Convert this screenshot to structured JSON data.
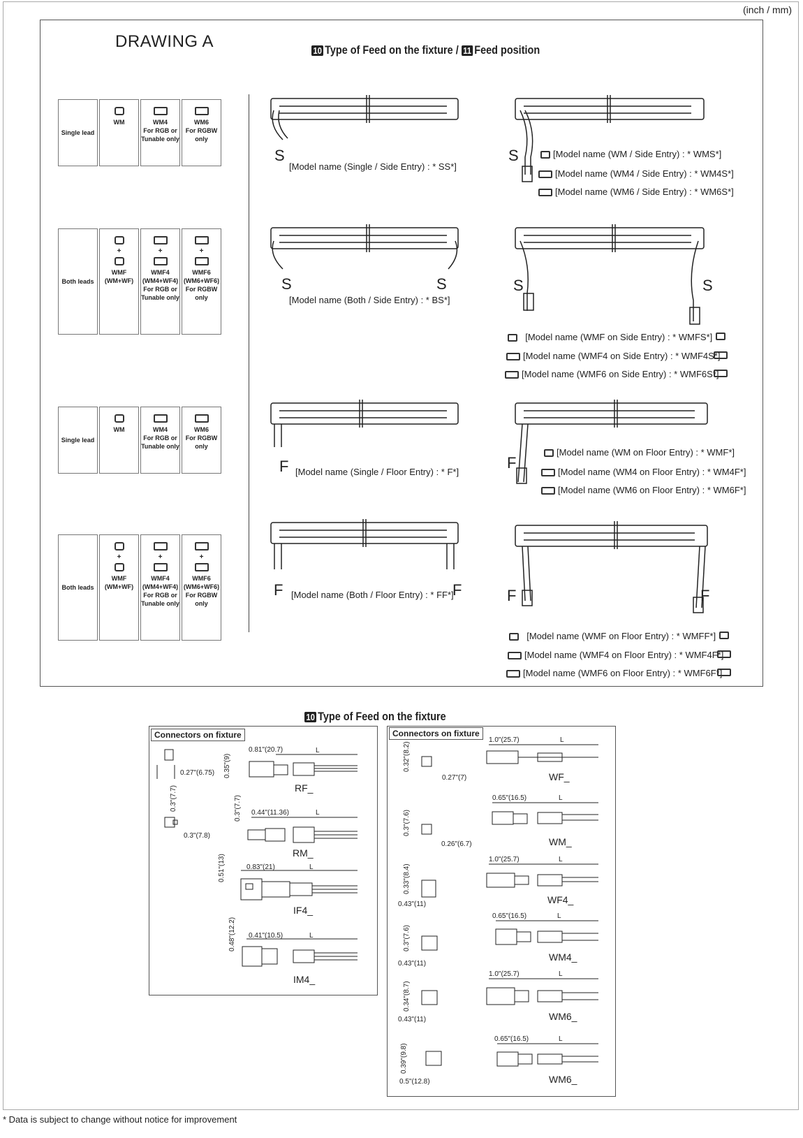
{
  "unit": "(inch / mm)",
  "drawing_title": "DRAWING A",
  "header_top": {
    "num1": "10",
    "text1": "Type of Feed on the fixture",
    "sep": "/",
    "num2": "11",
    "text2": "Feed position"
  },
  "tables": [
    {
      "row_label": "Single lead",
      "c1": "WM",
      "c2": "WM4\nFor RGB or\nTunable only",
      "c3": "WM6\nFor RGBW\nonly"
    },
    {
      "row_label": "Both leads",
      "c1": "WMF\n(WM+WF)",
      "c2": "WMF4\n(WM4+WF4)\nFor RGB or\nTunable only",
      "c3": "WMF6\n(WM6+WF6)\nFor RGBW\nonly"
    },
    {
      "row_label": "Single lead",
      "c1": "WM",
      "c2": "WM4\nFor RGB or\nTunable only",
      "c3": "WM6\nFor RGBW\nonly"
    },
    {
      "row_label": "Both leads",
      "c1": "WMF\n(WM+WF)",
      "c2": "WMF4\n(WM4+WF4)\nFor RGB or\nTunable only",
      "c3": "WMF6\n(WM6+WF6)\nFor RGBW\nonly"
    }
  ],
  "plus": "+",
  "letters": {
    "S": "S",
    "F": "F"
  },
  "labels": {
    "ss": "[Model name (Single / Side Entry) : * SS*]",
    "wms": "[Model name (WM / Side Entry) : * WMS*]",
    "wm4s": "[Model name (WM4 / Side Entry) : * WM4S*]",
    "wm6s": "[Model name (WM6 / Side Entry) : * WM6S*]",
    "bs": "[Model name (Both / Side  Entry) : * BS*]",
    "wmfs": "[Model name (WMF on Side Entry) : * WMFS*]",
    "wmf4s": "[Model name (WMF4 on Side Entry) : * WMF4S*]",
    "wmf6s": "[Model name (WMF6 on Side Entry) : * WMF6S*]",
    "f": "[Model name (Single / Floor Entry) : * F*]",
    "wmf": "[Model name (WM on Floor Entry) : * WMF*]",
    "wm4f": "[Model name (WM4 on Floor Entry) : * WM4F*]",
    "wm6f": "[Model name (WM6 on Floor Entry) : * WM6F*]",
    "ff": "[Model name (Both / Floor Entry) : * FF*]",
    "wmff": "[Model name (WMF on Floor Entry) : * WMFF*]",
    "wmf4f": "[Model name (WMF4 on Floor Entry) : * WMF4F*]",
    "wmf6f": "[Model name (WMF6 on Floor Entry) : * WMF6F*]"
  },
  "header_bottom": {
    "num": "10",
    "text": "Type of Feed on the fixture"
  },
  "connectors_left": {
    "title": "Connectors on fixture",
    "dims": [
      "0.27\"(6.75)",
      "0.3\"(7.7)",
      "0.3\"(7.8)",
      "0.81\"(20.7)",
      "0.35\"(9)",
      "0.44\"(11.36)",
      "0.3\"(7.7)",
      "0.83\"(21)",
      "0.51\"(13)",
      "0.41\"(10.5)",
      "0.48\"(12.2)"
    ],
    "names": [
      "RF_",
      "RM_",
      "IF4_",
      "IM4_"
    ],
    "L": "L"
  },
  "connectors_right": {
    "title": "Connectors on fixture",
    "dims": [
      "0.32\"(8.2)",
      "0.27\"(7)",
      "0.3\"(7.6)",
      "0.26\"(6.7)",
      "0.33\"(8.4)",
      "0.43\"(11)",
      "0.3\"(7.6)",
      "0.43\"(11)",
      "0.34\"(8.7)",
      "0.43\"(11)",
      "0.39\"(9.8)",
      "0.5\"(12.8)"
    ],
    "dims2": [
      "1.0\"(25.7)",
      "0.65\"(16.5)",
      "1.0\"(25.7)",
      "0.65\"(16.5)",
      "1.0\"(25.7)",
      "0.65\"(16.5)"
    ],
    "names": [
      "WF_",
      "WM_",
      "WF4_",
      "WM4_",
      "WM6_",
      "WM6_"
    ],
    "L": "L"
  },
  "footnote": "* Data is subject to change without notice for improvement"
}
